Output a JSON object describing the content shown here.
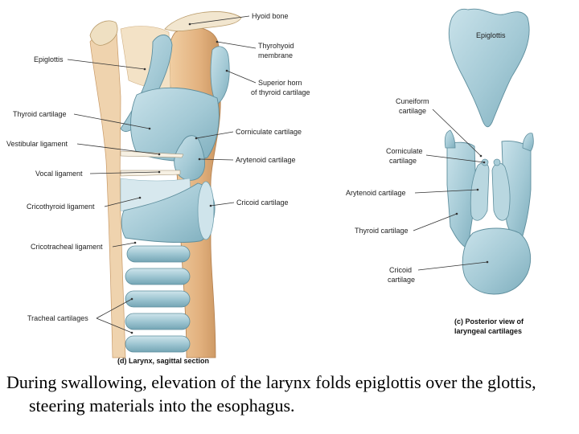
{
  "sagittal": {
    "labels": {
      "hyoid_bone": "Hyoid bone",
      "thyrohyoid_membrane_1": "Thyrohyoid",
      "thyrohyoid_membrane_2": "membrane",
      "superior_horn_1": "Superior horn",
      "superior_horn_2": "of thyroid cartilage",
      "epiglottis": "Epiglottis",
      "thyroid_cartilage": "Thyroid cartilage",
      "corniculate_cartilage": "Corniculate cartilage",
      "vestibular_ligament": "Vestibular ligament",
      "arytenoid_cartilage": "Arytenoid cartilage",
      "vocal_ligament": "Vocal ligament",
      "cricothyroid_ligament": "Cricothyroid ligament",
      "cricoid_cartilage": "Cricoid cartilage",
      "cricotracheal_ligament": "Cricotracheal ligament",
      "tracheal_cartilages": "Tracheal cartilages"
    },
    "caption": "(d) Larynx, sagittal section"
  },
  "posterior": {
    "labels": {
      "epiglottis": "Epiglottis",
      "cuneiform_1": "Cuneiform",
      "cuneiform_2": "cartilage",
      "corniculate_1": "Corniculate",
      "corniculate_2": "cartilage",
      "arytenoid": "Arytenoid cartilage",
      "thyroid": "Thyroid cartilage",
      "cricoid_1": "Cricoid",
      "cricoid_2": "cartilage"
    },
    "caption_1": "(c) Posterior view of",
    "caption_2": "laryngeal cartilages"
  },
  "caption_text": "During swallowing, elevation of the larynx folds epiglottis over the glottis, steering materials into the esophagus.",
  "colors": {
    "cartilage": "#a9cdd8",
    "cartilage_dark": "#6f9fae",
    "tissue": "#e4b98b",
    "tissue_dark": "#c8935e",
    "membrane": "#f3e2c6"
  }
}
